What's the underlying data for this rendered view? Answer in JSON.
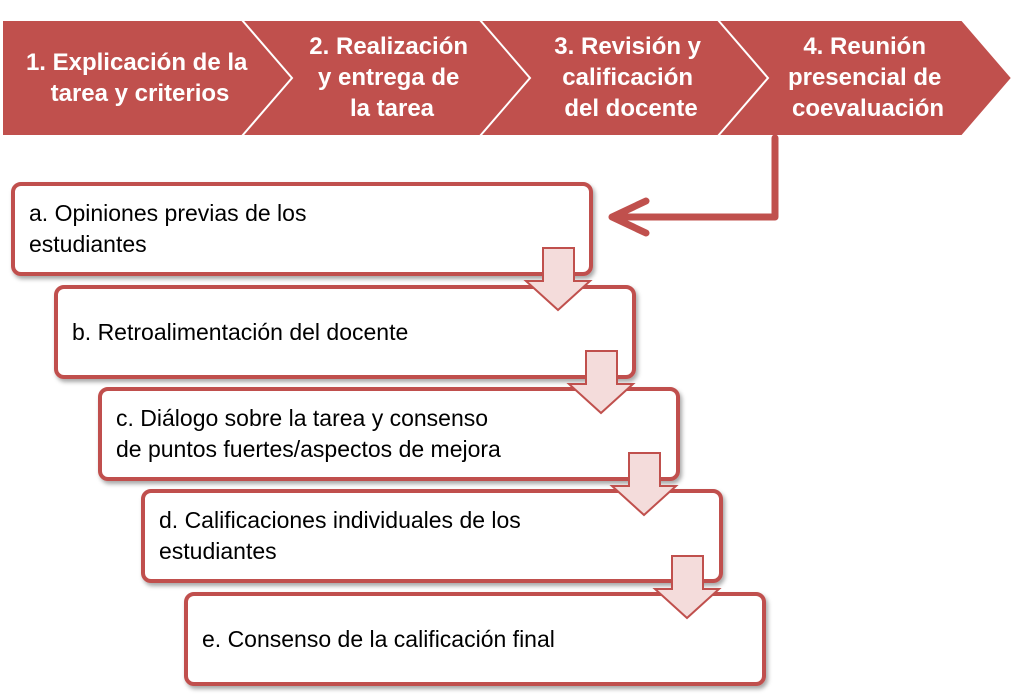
{
  "colors": {
    "chevron_fill": "#c0504d",
    "chevron_stroke": "#ffffff",
    "box_border": "#c0504d",
    "arrow_outline": "#c0504d",
    "arrow_fill": "#f4dcdb"
  },
  "process": {
    "steps": [
      {
        "line1": "1. Explicación de la",
        "line2": "tarea y criterios",
        "line3": ""
      },
      {
        "line1": "2. Realización",
        "line2": "y entrega de",
        "line3": "la tarea"
      },
      {
        "line1": "3. Revisión y",
        "line2": "calificación",
        "line3": "del docente"
      },
      {
        "line1": "4. Reunión",
        "line2": "presencial de",
        "line3": "coevaluación"
      }
    ]
  },
  "meeting": {
    "stages": [
      {
        "line1": "a. Opiniones previas de los",
        "line2": "estudiantes"
      },
      {
        "line1": "b. Retroalimentación del docente",
        "line2": ""
      },
      {
        "line1": "c. Diálogo sobre la tarea y consenso",
        "line2": "de puntos fuertes/aspectos de mejora"
      },
      {
        "line1": "d. Calificaciones individuales de los",
        "line2": "estudiantes"
      },
      {
        "line1": "e. Consenso de la calificación final",
        "line2": ""
      }
    ]
  }
}
